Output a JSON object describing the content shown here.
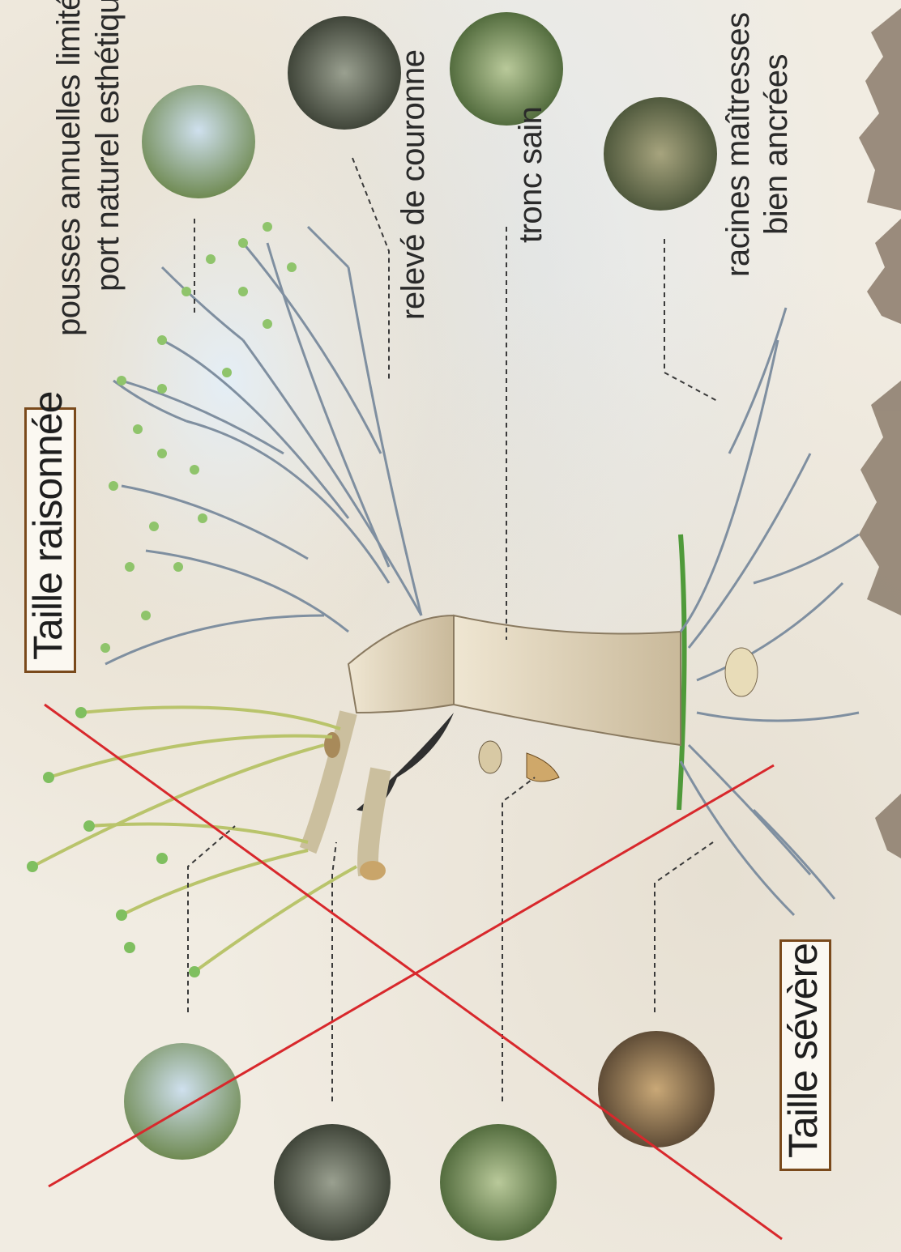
{
  "titles": {
    "good": "Taille raisonnée",
    "bad": "Taille sévère"
  },
  "labels": {
    "shoots_line1": "pousses annuelles limitées",
    "shoots_line2": "port naturel esthétique",
    "crown": "relevé de couronne",
    "trunk": "tronc sain",
    "roots_line1": "racines maîtresses",
    "roots_line2": "bien ancrées"
  },
  "colors": {
    "cross": "#d8282c",
    "frame": "#7a4a1c",
    "background": "#f1ece2",
    "silhouette": "#8b7b6b"
  }
}
